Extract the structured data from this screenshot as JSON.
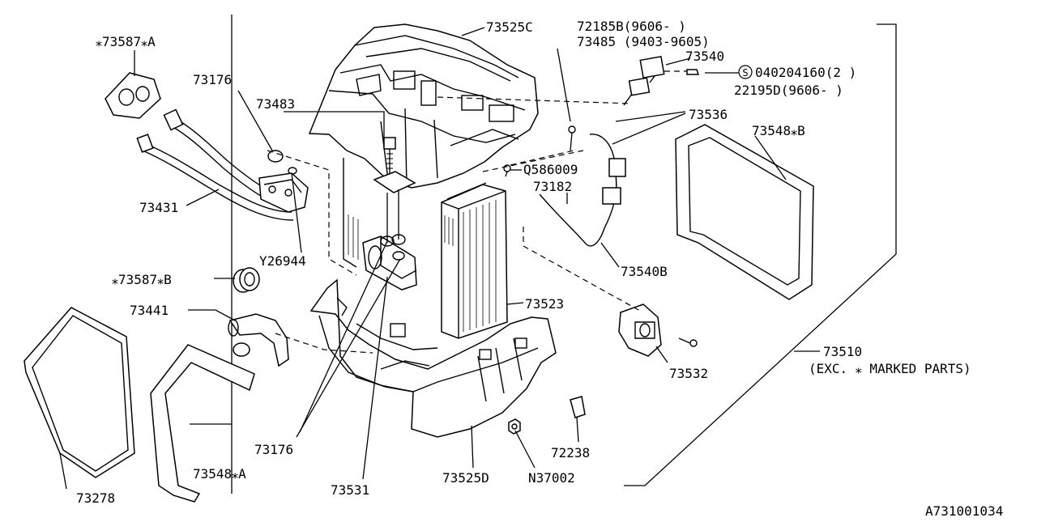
{
  "diagram": {
    "figure_id": "A731001034",
    "callouts": {
      "c73587A": "⁎73587⁎A",
      "c73176a": "73176",
      "c73483": "73483",
      "c73431": "73431",
      "cY26944": "Y26944",
      "c73587B": "⁎73587⁎B",
      "c73441": "73441",
      "c73278": "73278",
      "c73548A": "73548⁎A",
      "c73176b": "73176",
      "c73531": "73531",
      "c73525D": "73525D",
      "cN37002": "N37002",
      "c72238": "72238",
      "c73525C": "73525C",
      "c72185B": "72185B(9606-  )",
      "c73485": "73485 (9403-9605)",
      "c73540": "73540",
      "c040204160": "040204160(2 )",
      "c22195D": "22195D(9606-  )",
      "c73536": "73536",
      "c73548B": "73548⁎B",
      "cQ586009": "Q586009",
      "c73182": "73182",
      "c73540B": "73540B",
      "c73523": "73523",
      "c73532": "73532",
      "c73510": "73510",
      "c73510note": "(EXC. ⁎ MARKED PARTS)"
    }
  }
}
